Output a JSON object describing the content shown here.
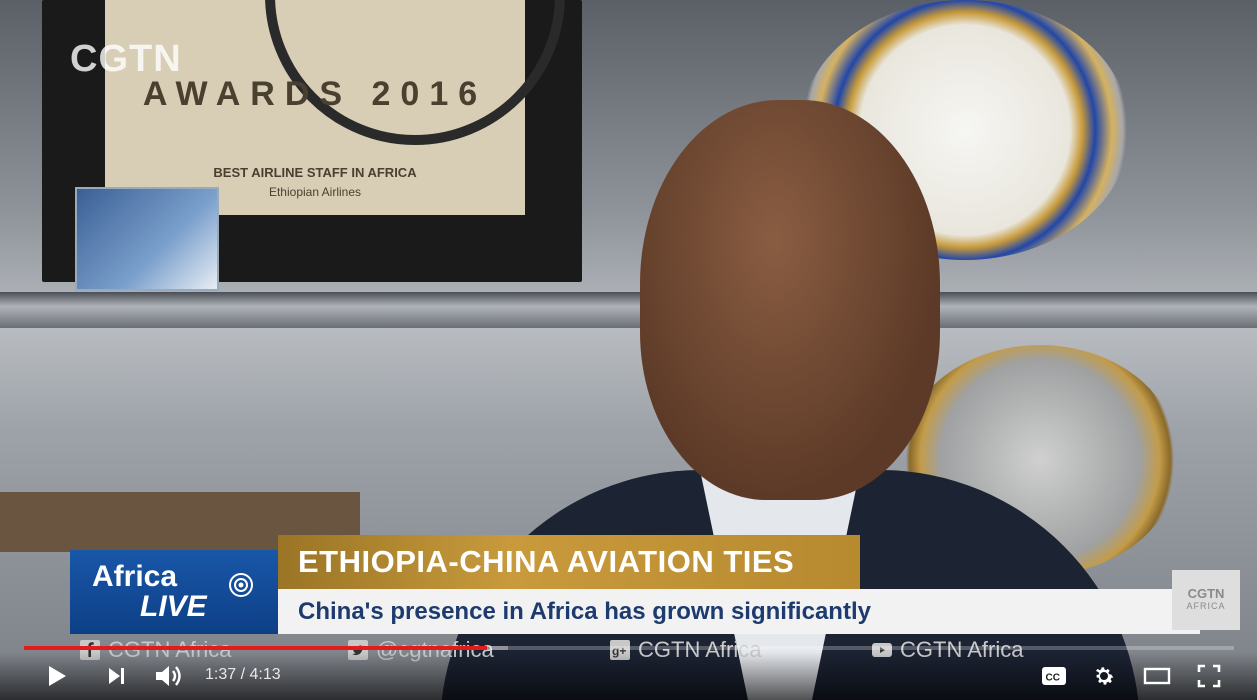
{
  "video": {
    "watermark": "CGTN",
    "background_text": {
      "award_title": "AWARDS 2016",
      "award_line1": "BEST AIRLINE STAFF IN AFRICA",
      "award_line2": "Ethiopian Airlines"
    }
  },
  "lower_third": {
    "show_name_line1": "Africa",
    "show_name_line2": "LIVE",
    "headline": "ETHIOPIA-CHINA AVIATION TIES",
    "subheadline": "China's presence in Africa has grown significantly",
    "badge_line1": "CGTN",
    "badge_line2": "AFRICA"
  },
  "social_strip": [
    {
      "icon": "facebook-icon",
      "label": "CGTN Africa"
    },
    {
      "icon": "twitter-icon",
      "label": "@cgtnafrica"
    },
    {
      "icon": "google-plus-icon",
      "label": "CGTN Africa"
    },
    {
      "icon": "youtube-icon",
      "label": "CGTN Africa"
    }
  ],
  "player": {
    "time_display": "1:37 / 4:13",
    "progress_played_fraction": 0.383,
    "progress_loaded_fraction": 0.4,
    "accent_color": "#e21b1b",
    "icons": [
      "play-icon",
      "next-icon",
      "volume-icon",
      "captions-icon",
      "settings-icon",
      "theater-mode-icon",
      "fullscreen-icon"
    ]
  }
}
